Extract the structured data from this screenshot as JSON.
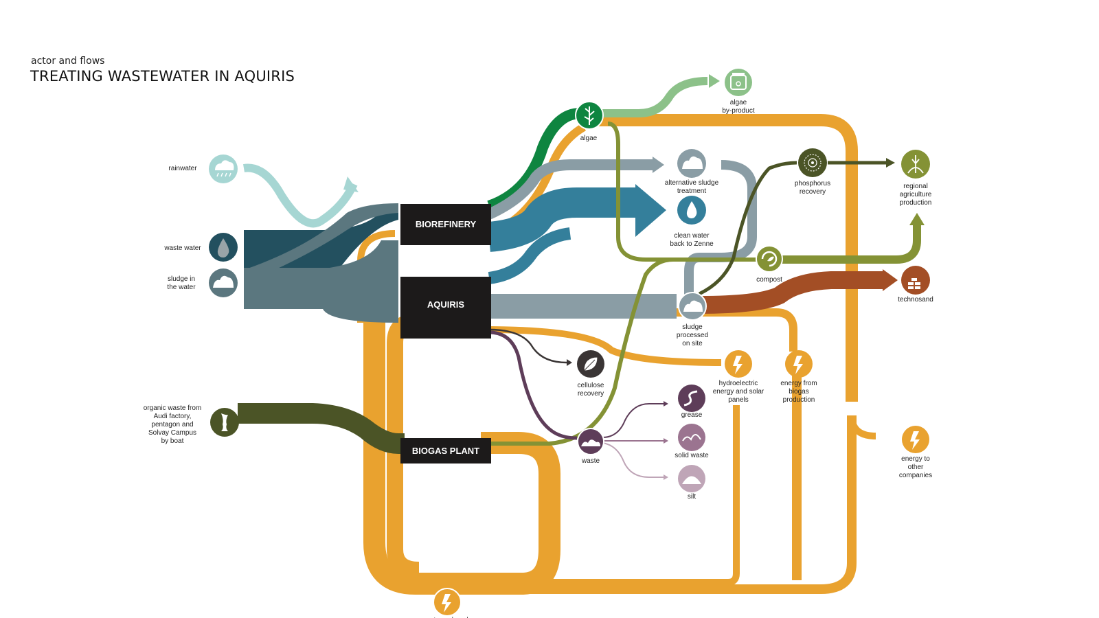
{
  "header": {
    "subtitle": "actor and flows",
    "title": "TREATING WASTEWATER IN AQUIRIS"
  },
  "actors": {
    "biorefinery": "BIOREFINERY",
    "aquiris": "AQUIRIS",
    "biogas": "BIOGAS PLANT"
  },
  "inputs": {
    "rainwater": "rainwater",
    "waste_water": "waste water",
    "sludge_in_water": [
      "sludge in",
      "the water"
    ],
    "organic_waste": [
      "organic waste from",
      "Audi factory,",
      "pentagon and",
      "Solvay Campus",
      "by boat"
    ]
  },
  "outputs": {
    "algae": "algae",
    "algae_byproduct": [
      "algae",
      "by-product"
    ],
    "alt_sludge": [
      "alternative sludge",
      "treatment"
    ],
    "clean_water": [
      "clean water",
      "back to Zenne"
    ],
    "phosphorus": [
      "phosphorus",
      "recovery"
    ],
    "regional_agri": [
      "regional",
      "agriculture",
      "production"
    ],
    "compost": "compost",
    "technosand": "technosand",
    "sludge_processed": [
      "sludge",
      "processed",
      "on site"
    ],
    "cellulose": [
      "cellulose",
      "recovery"
    ],
    "hydroelectric": [
      "hydroelectric",
      "energy and solar",
      "panels"
    ],
    "energy_biogas": [
      "energy from",
      "biogas",
      "production"
    ],
    "energy_other": [
      "energy to",
      "other",
      "companies"
    ],
    "grease": "grease",
    "solid_waste": "solid waste",
    "silt": "silt",
    "waste": "waste",
    "autoproduced": "autoproduced"
  },
  "colors": {
    "orange": "#e9a22f",
    "dark_teal": "#23505f",
    "slate": "#5b777f",
    "light_slate": "#8a9da5",
    "blue": "#347f9b",
    "rain": "#a6d6d3",
    "dark_green": "#0e8540",
    "light_green": "#8cc189",
    "olive": "#849235",
    "dark_olive": "#4b5426",
    "brown": "#a34e25",
    "purple": "#5e3d59",
    "mauve": "#9b7490",
    "light_mauve": "#bfa5b7",
    "black": "#1c1a1a"
  },
  "icons": [
    "rain-cloud-icon",
    "water-drop-icon",
    "sludge-icon",
    "apple-core-icon",
    "algae-icon",
    "jar-icon",
    "phosphorus-icon",
    "wheat-icon",
    "compost-icon",
    "brick-icon",
    "leaf-icon",
    "lightning-icon",
    "grease-icon",
    "solid-waste-icon",
    "silt-icon",
    "waste-icon"
  ]
}
